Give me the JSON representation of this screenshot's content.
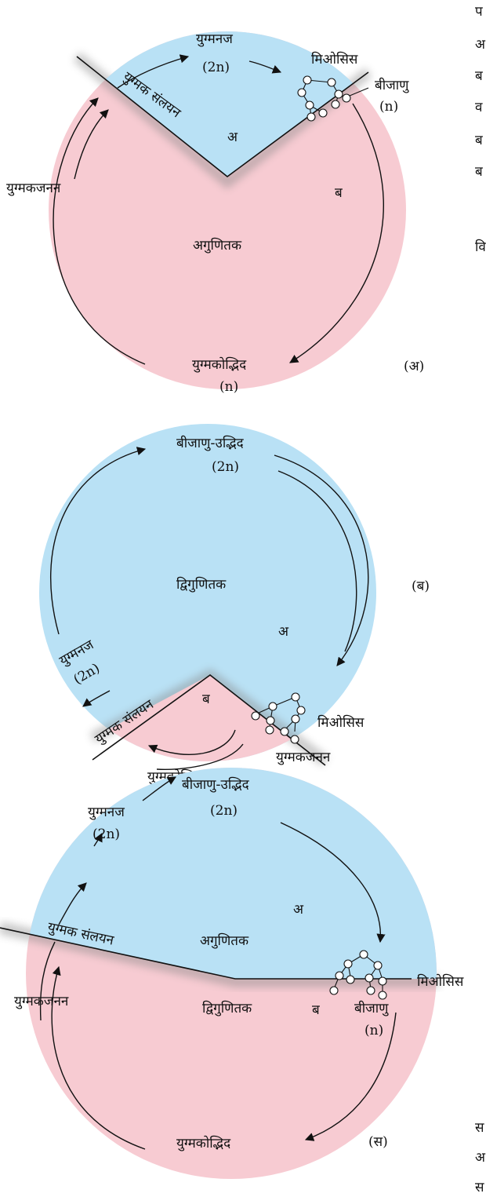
{
  "diagram_a": {
    "label": "(अ)",
    "zygote": "युग्मनज",
    "zygote_ploidy": "(2n)",
    "meiosis": "मिओसिस",
    "spores": "बीजाणु",
    "spores_ploidy": "(n)",
    "fertilization": "युग्मक संलयन",
    "region_a": "अ",
    "region_b": "ब",
    "gametogenesis": "युग्मकजनन",
    "haplontic": "अगुणितक",
    "gametophyte": "युग्मकोद्भिद",
    "gametophyte_ploidy": "(n)"
  },
  "diagram_b": {
    "label": "(ब)",
    "sporophyte": "बीजाणु-उद्भिद",
    "sporophyte_ploidy": "(2n)",
    "diplontic": "द्विगुणितक",
    "region_a": "अ",
    "region_b": "ब",
    "zygote": "युग्मनज",
    "zygote_ploidy": "(2n)",
    "fertilization": "युग्मक संलयन",
    "meiosis": "मिओसिस",
    "gametogenesis": "युग्मकजनन",
    "gametophyte": "युग्मकोद्भिद (n)"
  },
  "diagram_c": {
    "label": "(स)",
    "zygote": "युग्मनज",
    "zygote_ploidy": "(2n)",
    "sporophyte": "बीजाणु-उद्भिद",
    "sporophyte_ploidy": "(2n)",
    "fertilization": "युग्मक संलयन",
    "region_a": "अ",
    "haplontic": "अगुणितक",
    "meiosis": "मिओसिस",
    "gametogenesis": "युग्मकजनन",
    "diplontic": "द्विगुणितक",
    "region_b": "ब",
    "spores": "बीजाणु",
    "spores_ploidy": "(n)",
    "gametophyte": "युग्मकोद्भिद"
  },
  "margin_fragments": [
    "प",
    "अ",
    "ब",
    "व",
    "ब",
    "ब",
    "वि",
    "स",
    "अ",
    "स"
  ],
  "colors": {
    "diploid": "#b9e1f5",
    "haploid": "#f7cbd2"
  }
}
